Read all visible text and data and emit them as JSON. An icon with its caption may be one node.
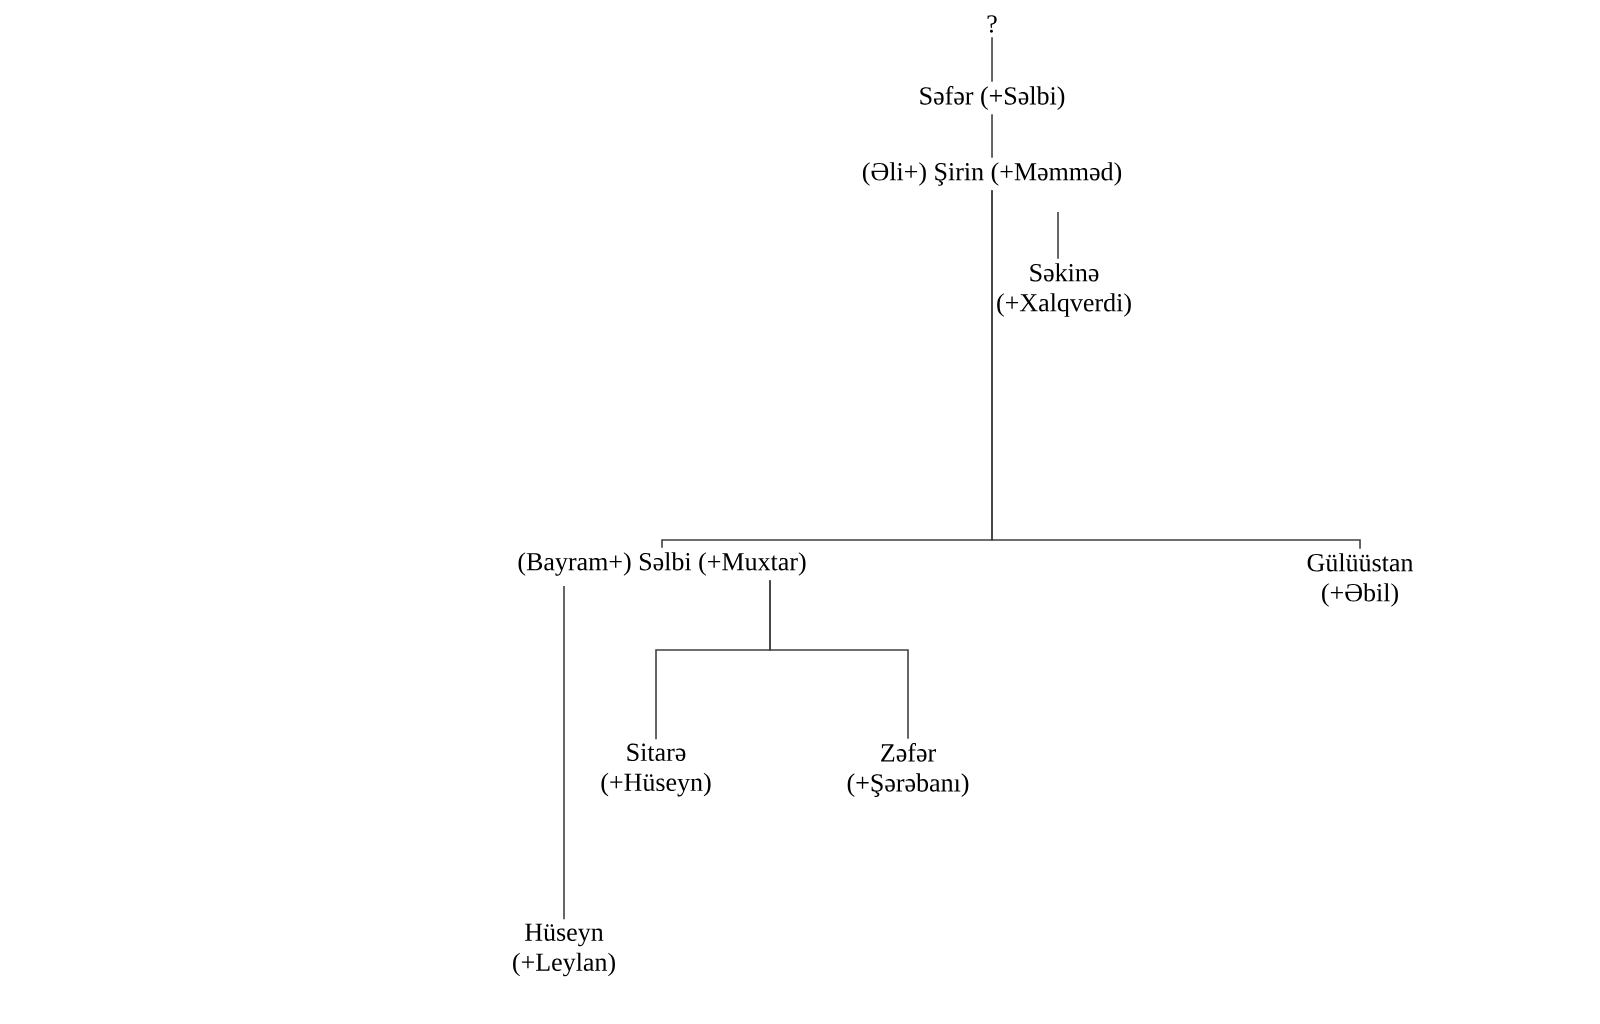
{
  "diagram": {
    "nodes": [
      {
        "text": [
          "?"
        ]
      },
      {
        "text": [
          "Səfər (+Səlbi)"
        ]
      },
      {
        "text": [
          "(Əli+) Şirin (+Məmməd)"
        ]
      },
      {
        "text": [
          "Səkinə (+Xalqverdi)"
        ]
      },
      {
        "text": [
          "(Bayram+) Səlbi (+Muxtar)"
        ]
      },
      {
        "text": [
          "Gülüüstan (+Əbil)"
        ]
      },
      {
        "text": [
          "Sitarə (+Hüseyn)"
        ]
      },
      {
        "text": [
          "Zəfər (+Şərəbanı)"
        ]
      },
      {
        "text": [
          "Hüseyn (+Leylan)"
        ]
      }
    ],
    "edges": [
      {
        "from": 0,
        "to": 1,
        "arrow": "none"
      },
      {
        "from": 1,
        "to": 2,
        "arrow": "none"
      },
      {
        "from": 2,
        "to": 3,
        "arrow": "none"
      },
      {
        "from": 2,
        "to": 4,
        "arrow": "none"
      },
      {
        "from": 2,
        "to": 5,
        "arrow": "none"
      },
      {
        "from": 4,
        "to": 6,
        "arrow": "none"
      },
      {
        "from": 4,
        "to": 7,
        "arrow": "none"
      },
      {
        "from": 4,
        "to": 8,
        "arrow": "none"
      }
    ]
  }
}
